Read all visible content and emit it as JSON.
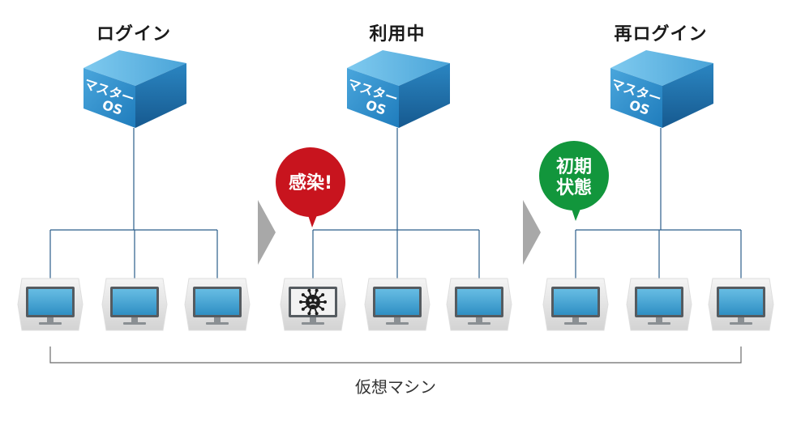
{
  "diagram": {
    "phases": [
      {
        "title": "ログイン",
        "master_label_line1": "マスター",
        "master_label_line2": "OS",
        "bubble": null,
        "machines": [
          "normal",
          "normal",
          "normal"
        ]
      },
      {
        "title": "利用中",
        "master_label_line1": "マスター",
        "master_label_line2": "OS",
        "bubble": {
          "line1": "感染!",
          "line2": "",
          "color": "#c8141e"
        },
        "machines": [
          "infected",
          "normal",
          "normal"
        ]
      },
      {
        "title": "再ログイン",
        "master_label_line1": "マスター",
        "master_label_line2": "OS",
        "bubble": {
          "line1": "初期",
          "line2": "状態",
          "color": "#12963c"
        },
        "machines": [
          "normal",
          "normal",
          "normal"
        ]
      }
    ],
    "bottom_label": "仮想マシン",
    "colors": {
      "cube_top": "#5fb7e4",
      "cube_left": "#2f8fcb",
      "cube_right": "#1d6ea8",
      "line": "#2a5d8a",
      "screen": "#4aa6d4",
      "arrow": "#a8a8a8",
      "virus": "#1e1e1e"
    },
    "icons": [
      "cube-icon",
      "monitor-icon",
      "virus-icon",
      "arrow-right-icon"
    ]
  }
}
